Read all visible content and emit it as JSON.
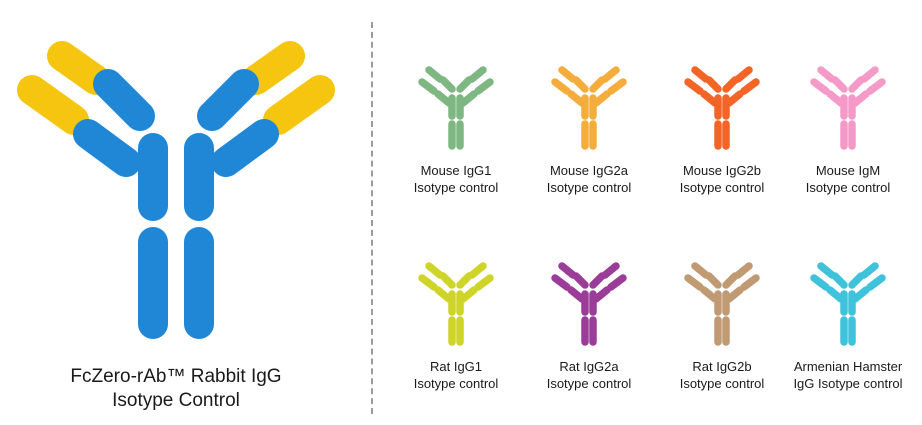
{
  "main": {
    "title_line1": "FcZero-rAb™ Rabbit IgG",
    "title_line2": "Isotype Control",
    "heavy_color": "#1f87d6",
    "light_color": "#f6c510"
  },
  "isotypes": [
    {
      "line1": "Mouse IgG1",
      "line2": "Isotype control",
      "color": "#7fb783"
    },
    {
      "line1": "Mouse IgG2a",
      "line2": "Isotype control",
      "color": "#f4ad3d"
    },
    {
      "line1": "Mouse IgG2b",
      "line2": "Isotype control",
      "color": "#f26527"
    },
    {
      "line1": "Mouse IgM",
      "line2": "Isotype control",
      "color": "#f59ac8"
    },
    {
      "line1": "Rat IgG1",
      "line2": "Isotype control",
      "color": "#cfd429"
    },
    {
      "line1": "Rat IgG2a",
      "line2": "Isotype control",
      "color": "#9a3d98"
    },
    {
      "line1": "Rat IgG2b",
      "line2": "Isotype control",
      "color": "#c09a73"
    },
    {
      "line1": "Armenian Hamster",
      "line2": "IgG Isotype control",
      "color": "#3fc2dc"
    }
  ]
}
